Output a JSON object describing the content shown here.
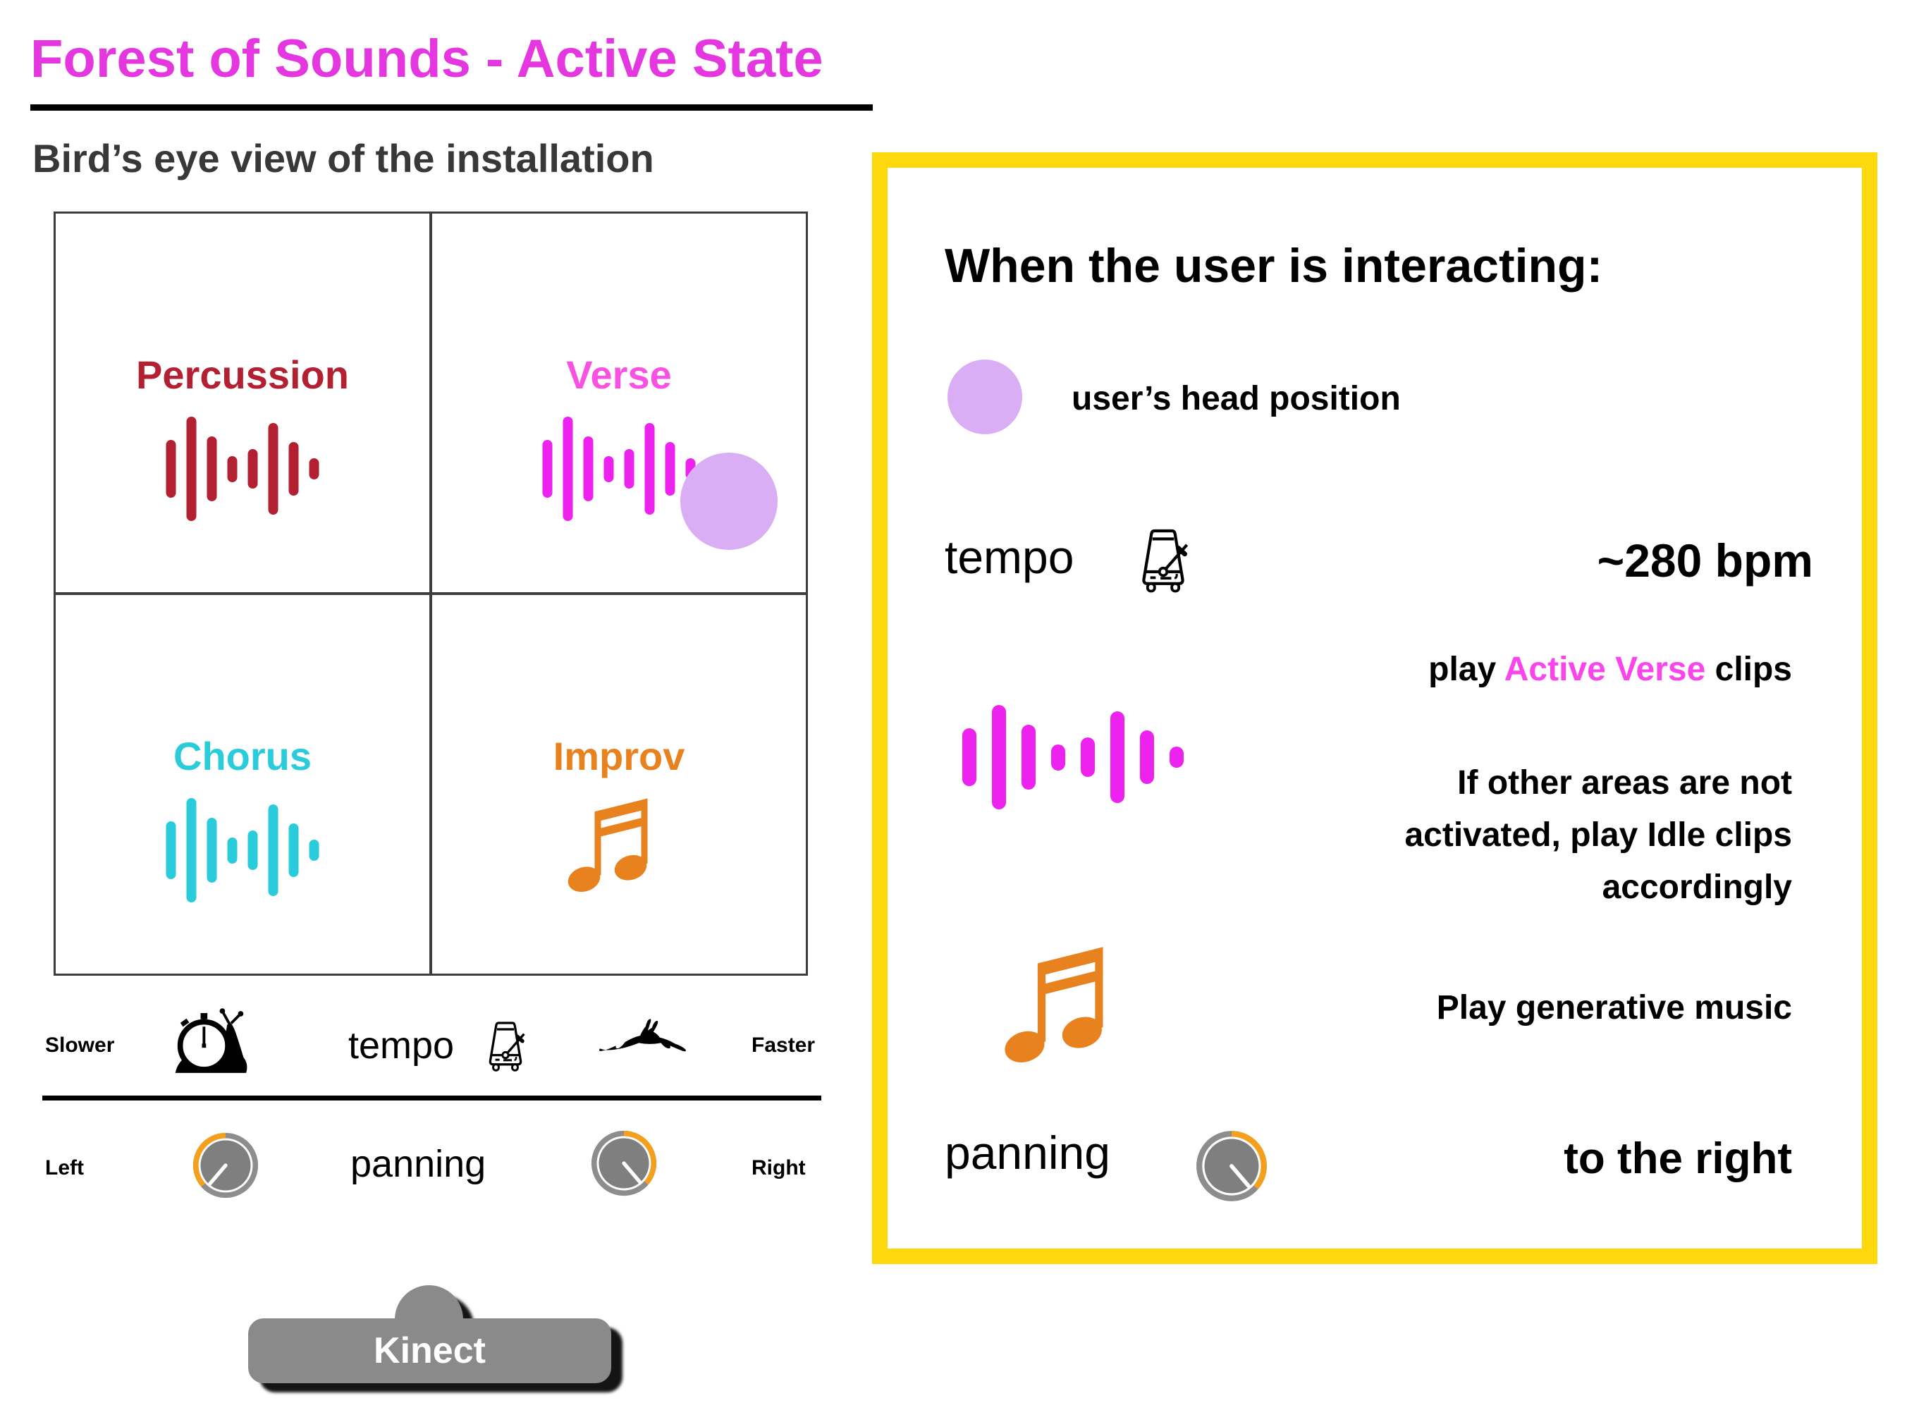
{
  "page": {
    "title": "Forest of Sounds - Active State",
    "subtitle": "Bird’s eye view of the installation"
  },
  "colors": {
    "title_magenta": "#E437DF",
    "percussion_red": "#B22031",
    "verse_pink": "#F952E2",
    "waveform_magenta": "#EE22EE",
    "chorus_cyan": "#2ACBDB",
    "improv_orange": "#E8821F",
    "head_marker_lavender": "#D9AEF5",
    "panel_border_yellow": "#FDD80C",
    "knob_gray": "#7F7F7F",
    "knob_accent_orange": "#F4A01C",
    "kinect_gray": "#8A8A8A"
  },
  "installation": {
    "quadrants": [
      {
        "label": "Percussion",
        "icon": "waveform-icon",
        "color": "#B22031"
      },
      {
        "label": "Verse",
        "icon": "waveform-icon",
        "color": "#F952E2"
      },
      {
        "label": "Chorus",
        "icon": "waveform-icon",
        "color": "#2ACBDB"
      },
      {
        "label": "Improv",
        "icon": "music-note-icon",
        "color": "#E8821F"
      }
    ],
    "head_marker_quadrant": "Verse",
    "tempo_axis": {
      "min_label": "Slower",
      "label": "tempo",
      "max_label": "Faster"
    },
    "panning_axis": {
      "min_label": "Left",
      "label": "panning",
      "max_label": "Right"
    },
    "sensor_label": "Kinect"
  },
  "info_panel": {
    "heading": "When the user is interacting:",
    "legend_label": "user’s head position",
    "tempo_label": "tempo",
    "tempo_value": "~280 bpm",
    "verse": {
      "prefix": "play ",
      "highlight": "Active Verse",
      "suffix": " clips",
      "idle_lines": [
        "If other areas are not",
        "activated, play Idle clips",
        "accordingly"
      ]
    },
    "music_note_text": "Play generative music",
    "panning_label": "panning",
    "panning_value": "to the right"
  }
}
